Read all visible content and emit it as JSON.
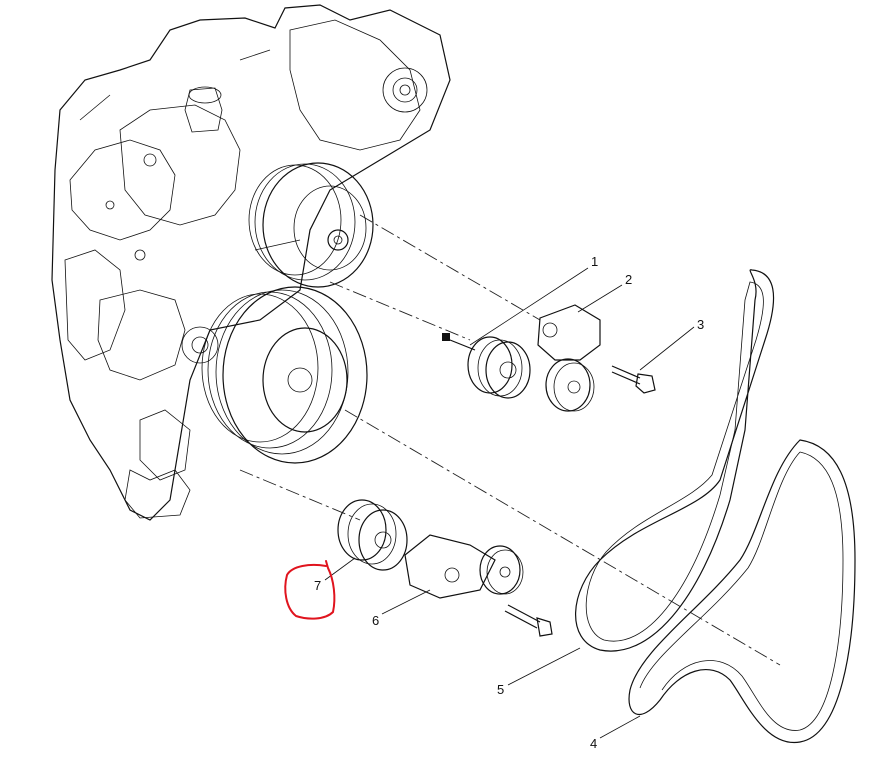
{
  "callouts": [
    {
      "id": "1",
      "label": "1"
    },
    {
      "id": "2",
      "label": "2"
    },
    {
      "id": "3",
      "label": "3"
    },
    {
      "id": "4",
      "label": "4"
    },
    {
      "id": "5",
      "label": "5"
    },
    {
      "id": "6",
      "label": "6"
    },
    {
      "id": "7",
      "label": "7"
    }
  ],
  "highlight": {
    "target": "7",
    "color": "#e0141e"
  }
}
